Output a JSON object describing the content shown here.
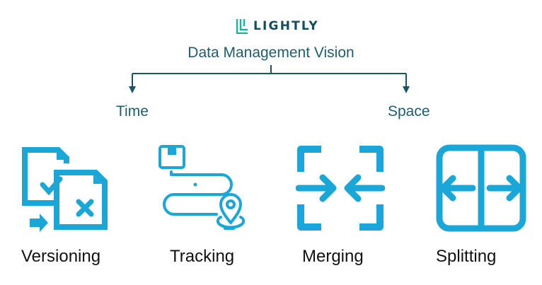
{
  "header": {
    "logo_text": "LIGHTLY",
    "title": "Data Management Vision"
  },
  "branches": [
    {
      "label": "Time"
    },
    {
      "label": "Space"
    }
  ],
  "items": [
    {
      "label": "Versioning",
      "icon": "versioning-documents-icon"
    },
    {
      "label": "Tracking",
      "icon": "tracking-route-icon"
    },
    {
      "label": "Merging",
      "icon": "merging-arrows-icon"
    },
    {
      "label": "Splitting",
      "icon": "splitting-arrows-icon"
    }
  ],
  "colors": {
    "accent": "#1aa7d8",
    "title": "#1c5d70",
    "connector": "#1a5566",
    "logo": "#0d4f5e"
  }
}
